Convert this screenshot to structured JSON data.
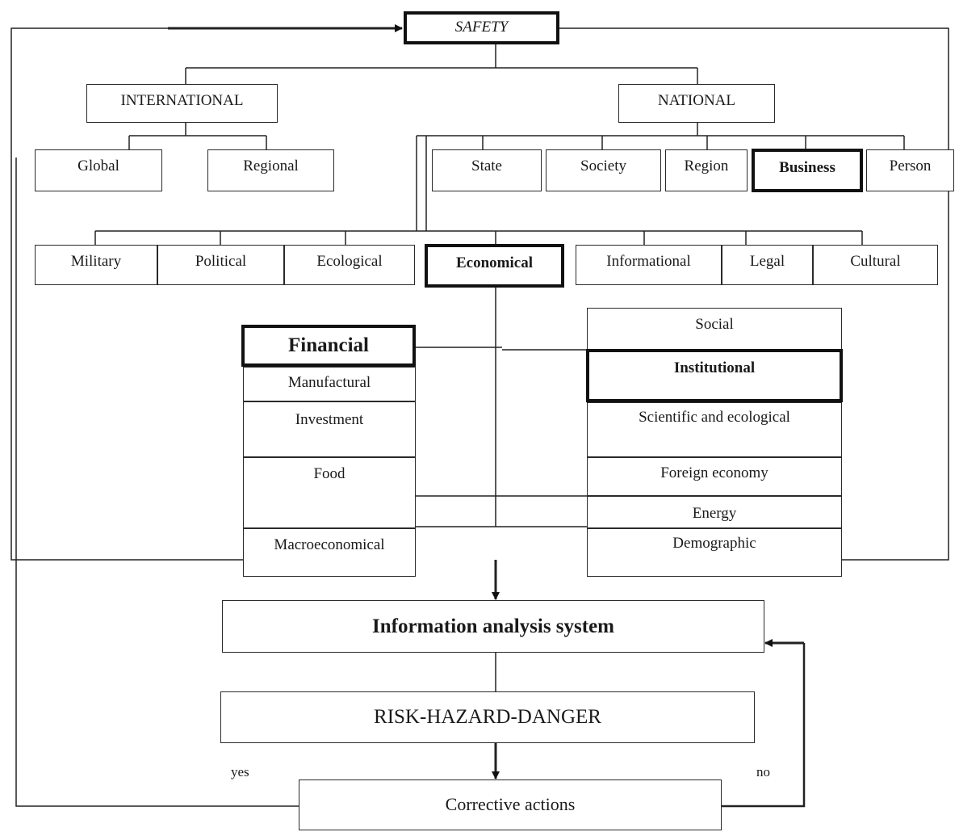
{
  "top": {
    "label": "SAFETY"
  },
  "level1": {
    "international": "INTERNATIONAL",
    "national": "NATIONAL"
  },
  "international_children": [
    "Global",
    "Regional"
  ],
  "national_children": [
    "State",
    "Society",
    "Region",
    "Business",
    "Person"
  ],
  "security_types": [
    "Military",
    "Political",
    "Ecological",
    "Economical",
    "Informational",
    "Legal",
    "Cultural"
  ],
  "economic_left": [
    "Financial",
    "Manufactural",
    "Investment",
    "Food",
    "Macroeconomical"
  ],
  "economic_right": [
    "Social",
    "Institutional",
    "Scientific and ecological",
    "Foreign economy",
    "Energy",
    "Demographic"
  ],
  "analysis": "Information analysis system",
  "risk": "RISK-HAZARD-DANGER",
  "corrective": "Corrective actions",
  "decisions": {
    "yes": "yes",
    "no": "no"
  }
}
